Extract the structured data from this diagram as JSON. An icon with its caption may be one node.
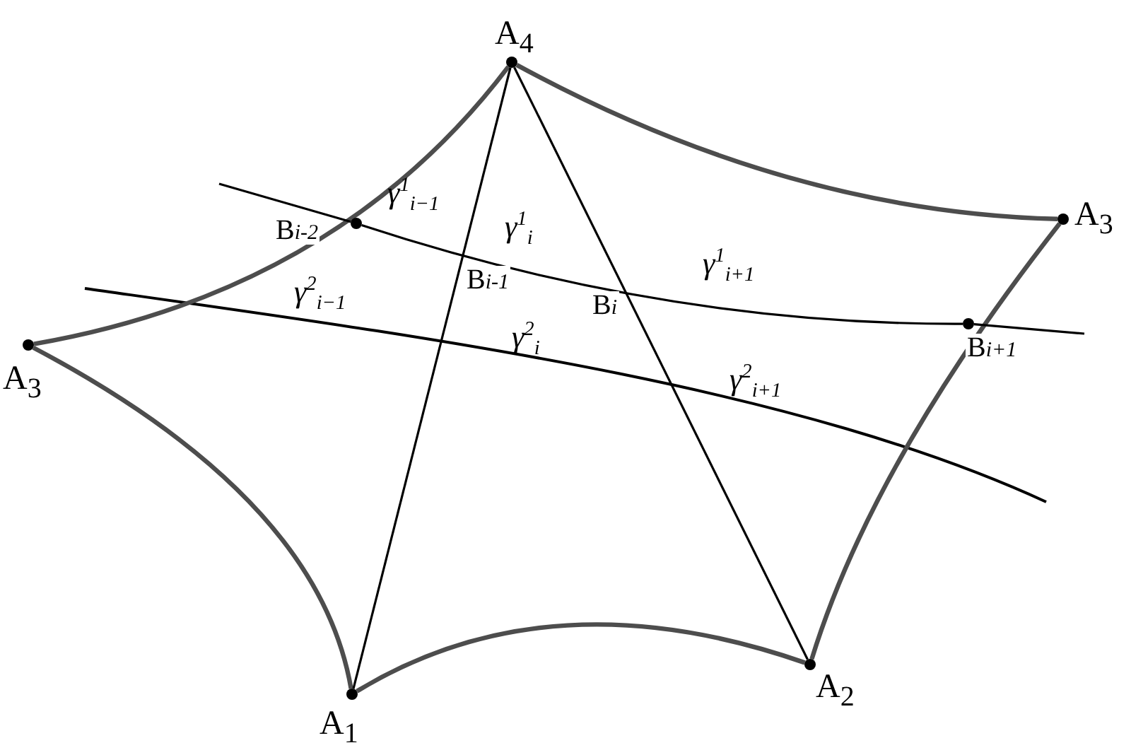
{
  "diagram": {
    "nodes": [
      {
        "text": [],
        "shape": "circle",
        "beside": [
          "A$_{4}$"
        ]
      },
      {
        "text": [],
        "shape": "circle",
        "beside": [
          "A$_{3}$"
        ]
      },
      {
        "text": [],
        "shape": "circle",
        "beside": [
          "A$_{3}$"
        ]
      },
      {
        "text": [],
        "shape": "circle",
        "beside": [
          "A$_{1}$"
        ]
      },
      {
        "text": [],
        "shape": "circle",
        "beside": [
          "A$_{2}$"
        ]
      },
      {
        "text": [],
        "shape": "circle",
        "beside": [
          "B$_{i-2}$"
        ]
      },
      {
        "text": [],
        "shape": "circle",
        "beside": [
          "B$_{i+1}$"
        ]
      }
    ],
    "edges": [
      {
        "from": 0,
        "to": 1,
        "arrow": "none",
        "style": "thick",
        "color": "#4d4d4d"
      },
      {
        "from": 2,
        "to": 0,
        "arrow": "none",
        "style": "thick",
        "color": "#4d4d4d"
      },
      {
        "from": 2,
        "to": 3,
        "arrow": "none",
        "style": "thick",
        "color": "#4d4d4d"
      },
      {
        "from": 3,
        "to": 4,
        "arrow": "none",
        "style": "thick",
        "color": "#4d4d4d"
      },
      {
        "from": 4,
        "to": 1,
        "arrow": "none",
        "style": "thick",
        "color": "#4d4d4d"
      },
      {
        "from": 3,
        "to": 0,
        "arrow": "none"
      },
      {
        "from": 0,
        "to": 4,
        "arrow": "none"
      },
      {
        "from": null,
        "to": 5,
        "arrow": "none"
      },
      {
        "from": 5,
        "to": 6,
        "arrow": "none"
      },
      {
        "from": 6,
        "to": null,
        "arrow": "none"
      }
    ],
    "labels": [
      "γ$^{1}$$_{i−1}$",
      "γ$^{1}$$_{i}$",
      "γ$^{1}$$_{i+1}$",
      "B$_{i-1}$",
      "B$_{i}$",
      "γ$^{2}$$_{i−1}$",
      "γ$^{2}$$_{i}$",
      "γ$^{2}$$_{i+1}$"
    ]
  }
}
